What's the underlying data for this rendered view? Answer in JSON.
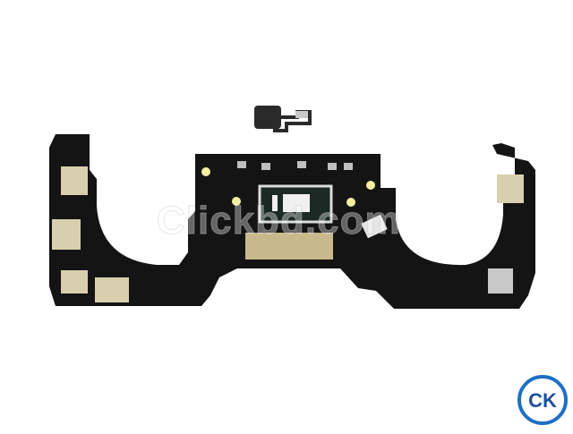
{
  "image": {
    "subject": "Laptop logic board with Touch ID sensor cable",
    "background_color": "#ffffff",
    "board_color": "#141414"
  },
  "watermark": {
    "text": "Clickbd.com"
  },
  "logo": {
    "text": "CK",
    "ring_color": "#1f6fc4"
  }
}
